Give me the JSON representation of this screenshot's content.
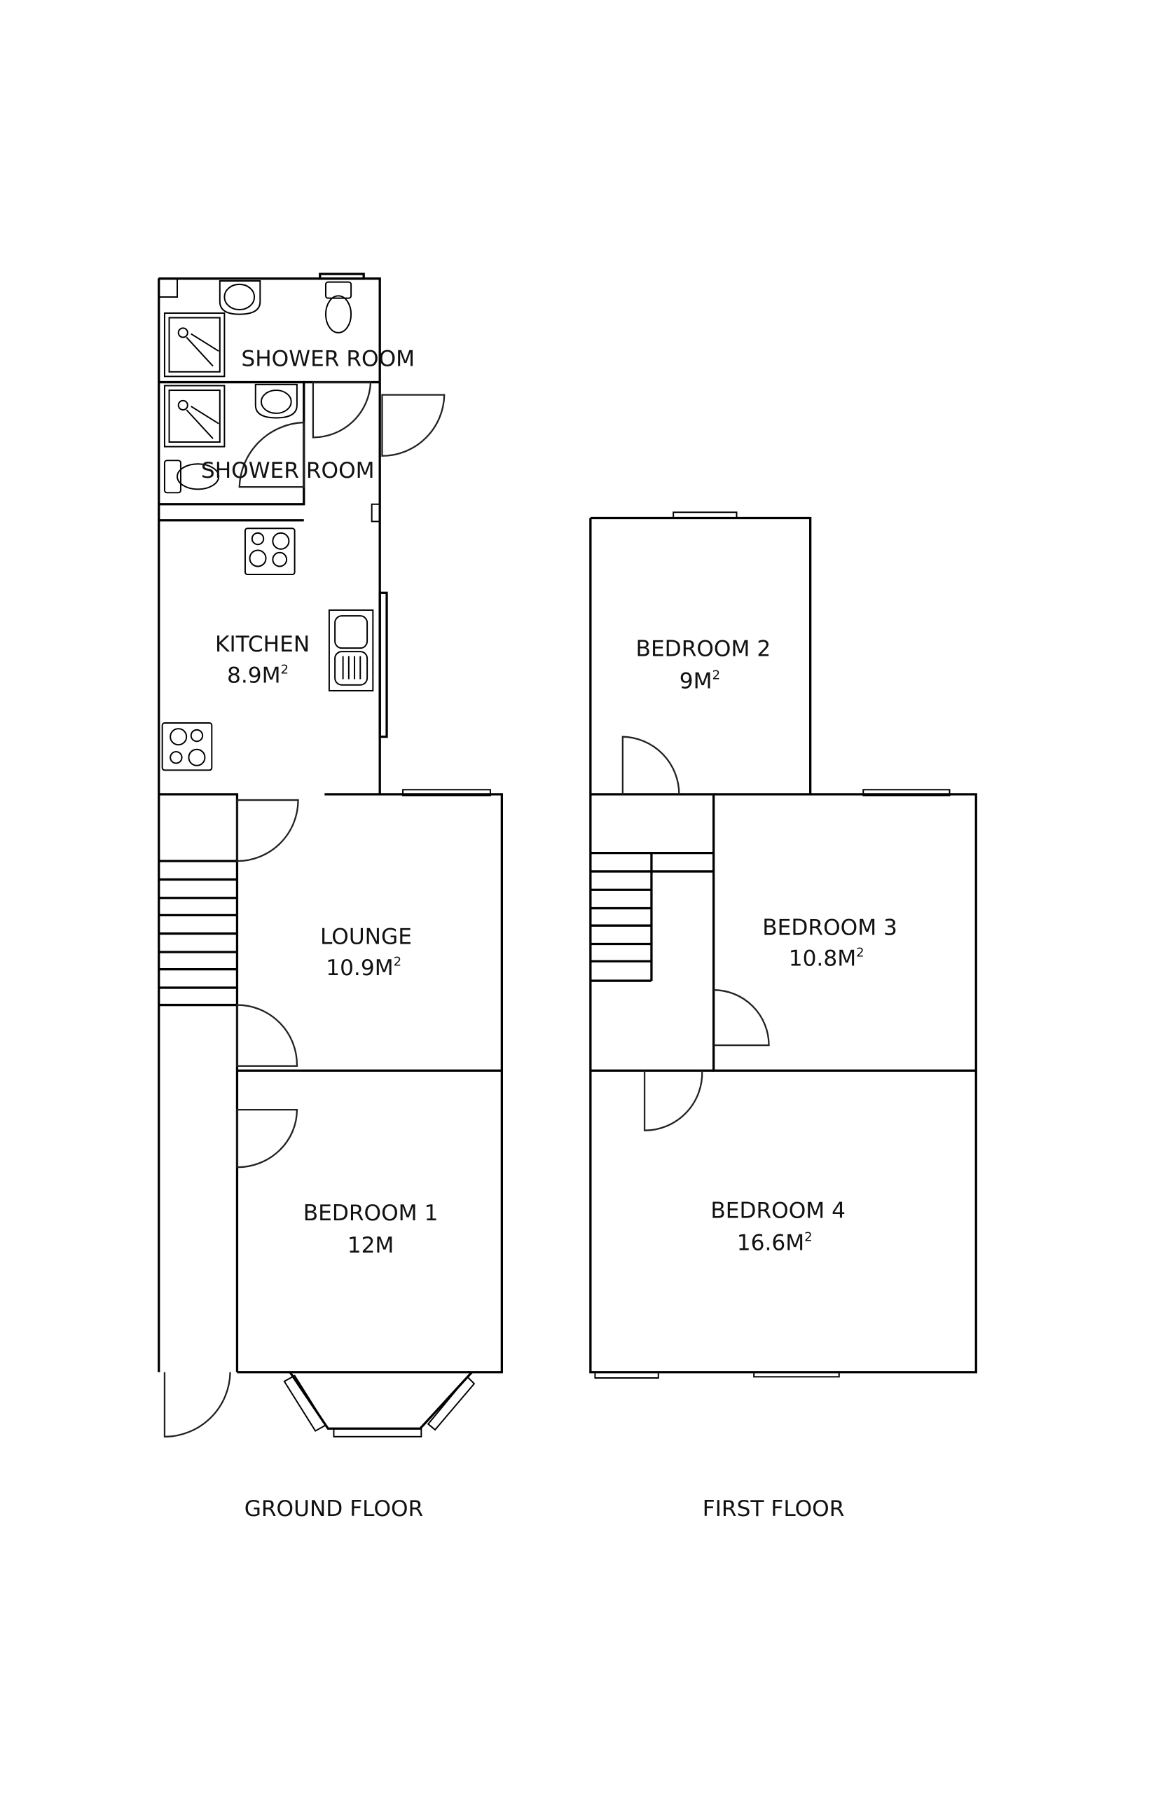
{
  "ground_floor": {
    "label": "GROUND FLOOR",
    "rooms": [
      {
        "name": "SHOWER ROOM",
        "area": ""
      },
      {
        "name": "SHOWER ROOM",
        "area": ""
      },
      {
        "name": "KITCHEN",
        "area": "8.9M",
        "unit_sup": "2"
      },
      {
        "name": "LOUNGE",
        "area": "10.9M",
        "unit_sup": "2"
      },
      {
        "name": "BEDROOM 1",
        "area": "12M",
        "unit_sup": ""
      }
    ]
  },
  "first_floor": {
    "label": "FIRST FLOOR",
    "rooms": [
      {
        "name": "BEDROOM 2",
        "area": "9M",
        "unit_sup": "2"
      },
      {
        "name": "BEDROOM 3",
        "area": "10.8M",
        "unit_sup": "2"
      },
      {
        "name": "BEDROOM 4",
        "area": "16.6M",
        "unit_sup": "2"
      }
    ]
  },
  "colors": {
    "line": "#000000",
    "background": "#ffffff"
  }
}
